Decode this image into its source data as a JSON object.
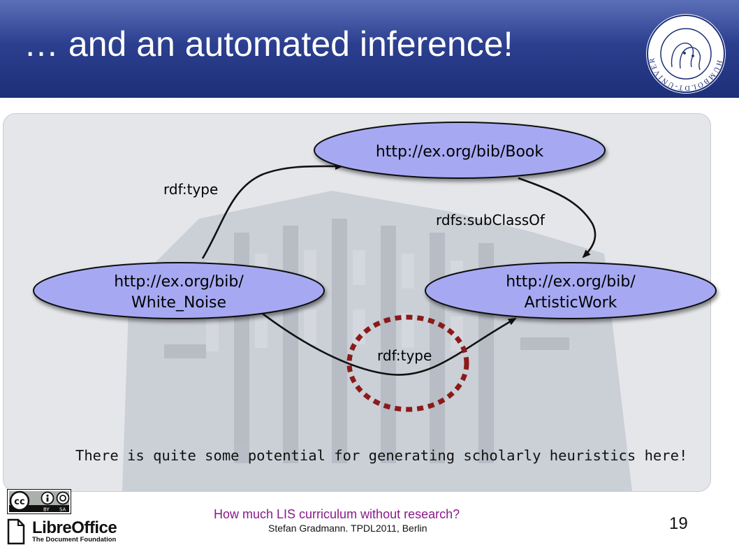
{
  "slide": {
    "title": "… and an automated inference!",
    "caption": "There is quite some potential for generating scholarly heuristics here!",
    "footer_line1": "How much LIS curriculum without research?",
    "footer_line2": "Stefan Gradmann. TPDL2011, Berlin",
    "page_number": "19"
  },
  "diagram": {
    "nodes": {
      "book": "http://ex.org/bib/Book",
      "white_noise_line1": "http://ex.org/bib/",
      "white_noise_line2": "White_Noise",
      "artistic_line1": "http://ex.org/bib/",
      "artistic_line2": "ArtisticWork"
    },
    "edges": {
      "type_to_book": "rdf:type",
      "subclass": "rdfs:subClassOf",
      "type_inferred": "rdf:type"
    },
    "node_fill": "#a6a9f2",
    "highlight_color": "#8b1a1a"
  },
  "seal": {
    "text": "HUMBOLDT-UNIVERSITÄT ZU BERLIN"
  },
  "logos": {
    "cc_labels": [
      "BY",
      "SA"
    ],
    "libreoffice_name_part1": "Libre",
    "libreoffice_name_part2": "Office",
    "libreoffice_tagline": "The Document Foundation"
  }
}
